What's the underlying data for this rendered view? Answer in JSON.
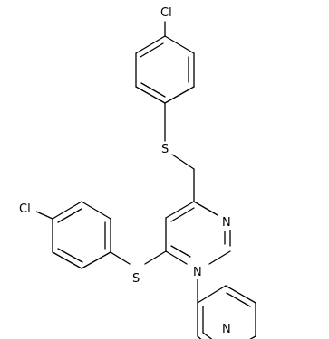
{
  "molecule": {
    "atoms": {
      "cl_top": "Cl",
      "s_top": "S",
      "cl_left": "Cl",
      "s_left": "S",
      "n_pyrimidine_upper": "N",
      "n_pyrimidine_lower": "N",
      "n_pyridine": "N"
    }
  }
}
